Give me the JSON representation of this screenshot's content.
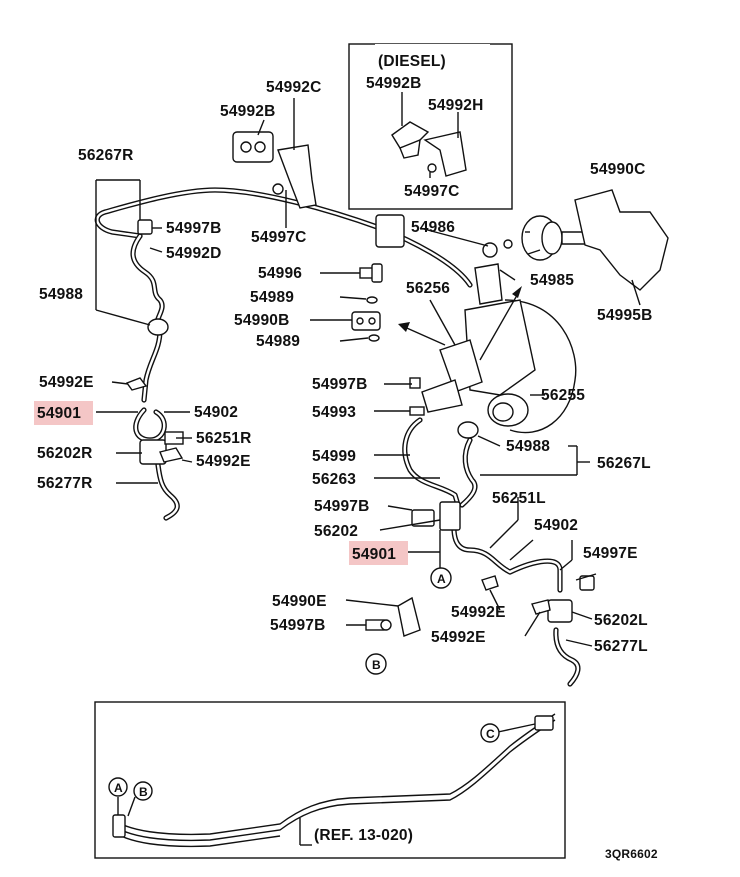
{
  "diagram": {
    "code": "3QR6602",
    "diesel_label": "(DIESEL)",
    "ref_label": "(REF. 13-020)",
    "highlight_color": "#f4c6c6",
    "callouts": {
      "a": "A",
      "b": "B",
      "c": "C"
    },
    "labels": {
      "p54992C": "54992C",
      "p54992B_top": "54992B",
      "p56267R": "56267R",
      "p54997B_1": "54997B",
      "p54992D": "54992D",
      "p54997C_1": "54997C",
      "p54988_l": "54988",
      "p54992E_l": "54992E",
      "p54901_l": "54901",
      "p54902_l": "54902",
      "p56251R": "56251R",
      "p56202R": "56202R",
      "p54992E_l2": "54992E",
      "p56277R": "56277R",
      "p54992B_d": "54992B",
      "p54992H": "54992H",
      "p54997C_d": "54997C",
      "p54990C": "54990C",
      "p54986": "54986",
      "p54985": "54985",
      "p54995B": "54995B",
      "p54996": "54996",
      "p54989_1": "54989",
      "p54990B": "54990B",
      "p54989_2": "54989",
      "p56256": "56256",
      "p54997B_2": "54997B",
      "p54993": "54993",
      "p56255": "56255",
      "p54999": "54999",
      "p54988_r": "54988",
      "p56267L": "56267L",
      "p56263": "56263",
      "p54997B_3": "54997B",
      "p56251L": "56251L",
      "p56202": "56202",
      "p54902_r": "54902",
      "p54901_r": "54901",
      "p54997E": "54997E",
      "p54990E": "54990E",
      "p54992E_r": "54992E",
      "p56202L": "56202L",
      "p54997B_4": "54997B",
      "p54992E_r2": "54992E",
      "p56277L": "56277L"
    }
  }
}
